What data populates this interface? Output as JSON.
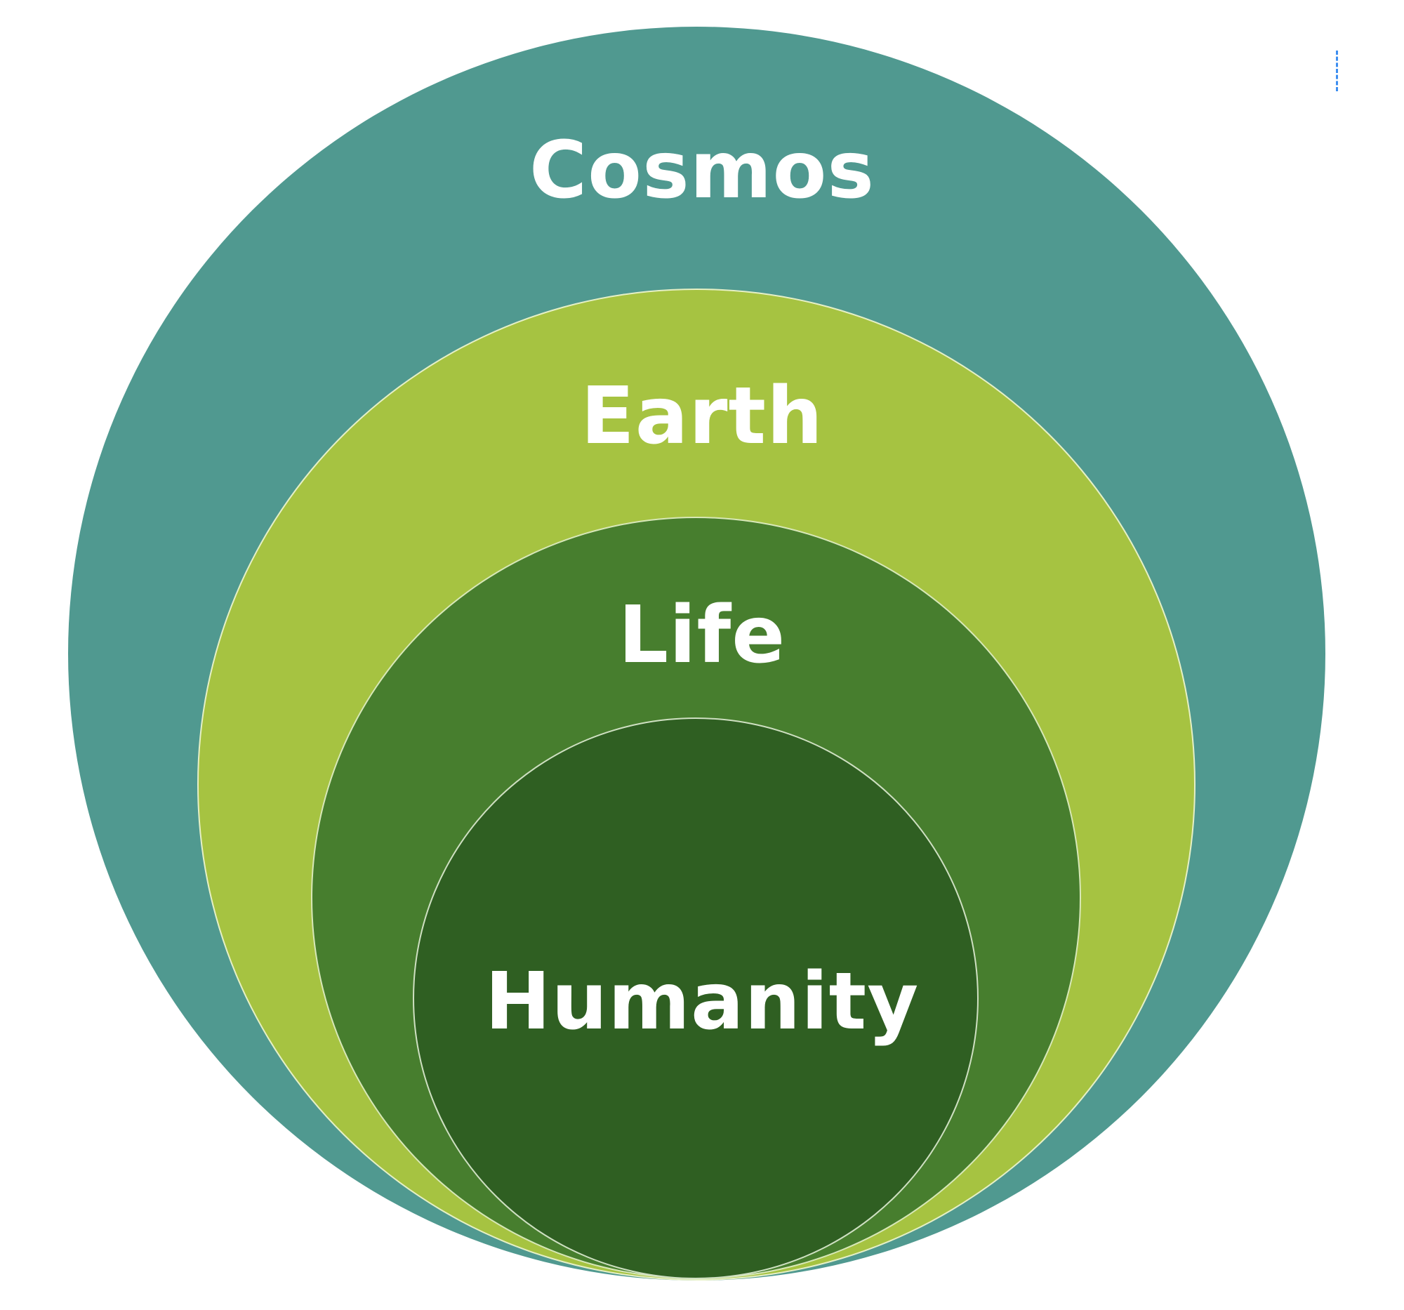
{
  "diagram": {
    "type": "nested-circles",
    "layers": [
      {
        "label": "Cosmos",
        "color": "#509990"
      },
      {
        "label": "Earth",
        "color": "#a6c341"
      },
      {
        "label": "Life",
        "color": "#477e2e"
      },
      {
        "label": "Humanity",
        "color": "#2f5f22"
      }
    ],
    "stroke_color": "#ffffff"
  }
}
